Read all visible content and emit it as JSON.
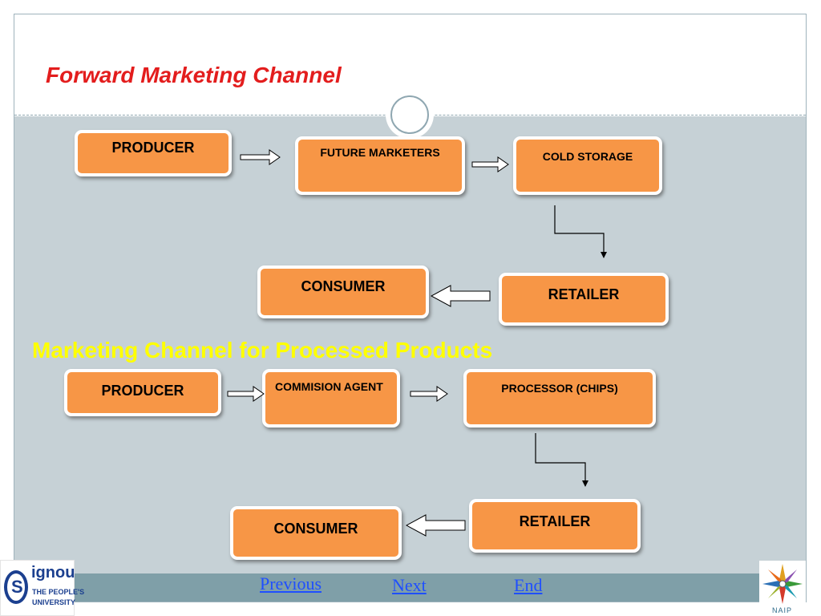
{
  "slide": {
    "title": "Forward Marketing Channel",
    "subtitle": "Marketing Channel for Processed Products"
  },
  "flow1": {
    "producer": "PRODUCER",
    "future_marketers": "FUTURE MARKETERS",
    "cold_storage": "COLD STORAGE",
    "retailer": "RETAILER",
    "consumer": "CONSUMER"
  },
  "flow2": {
    "producer": "PRODUCER",
    "commission_agent": "COMMISION AGENT",
    "processor": "PROCESSOR (CHIPS)",
    "retailer": "RETAILER",
    "consumer": "CONSUMER"
  },
  "nav": {
    "previous": "Previous",
    "next": "Next",
    "end": "End"
  },
  "logos": {
    "left_brand": "ignou",
    "left_tagline_1": "THE PEOPLE'S",
    "left_tagline_2": "UNIVERSITY",
    "right_text": "NAIP"
  },
  "colors": {
    "node_fill": "#f79646",
    "title": "#e31d1d",
    "subtitle": "#ffff00",
    "panel": "#c6d1d6",
    "bottom_bar": "#7f9fa8",
    "link": "#1f4fff"
  }
}
